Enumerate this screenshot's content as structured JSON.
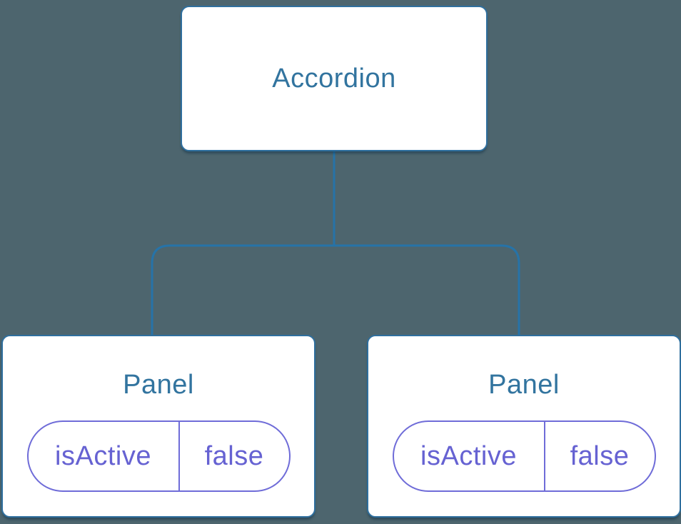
{
  "colors": {
    "background": "#4d656e",
    "card_bg": "#ffffff",
    "card_border": "#2f6f9e",
    "connector": "#2673a8",
    "label_text": "#32749f",
    "pill_border": "#6f6cd8",
    "pill_text": "#6662d2"
  },
  "tree": {
    "root": {
      "label": "Accordion"
    },
    "children": [
      {
        "label": "Panel",
        "state": {
          "key": "isActive",
          "value": "false"
        }
      },
      {
        "label": "Panel",
        "state": {
          "key": "isActive",
          "value": "false"
        }
      }
    ]
  }
}
